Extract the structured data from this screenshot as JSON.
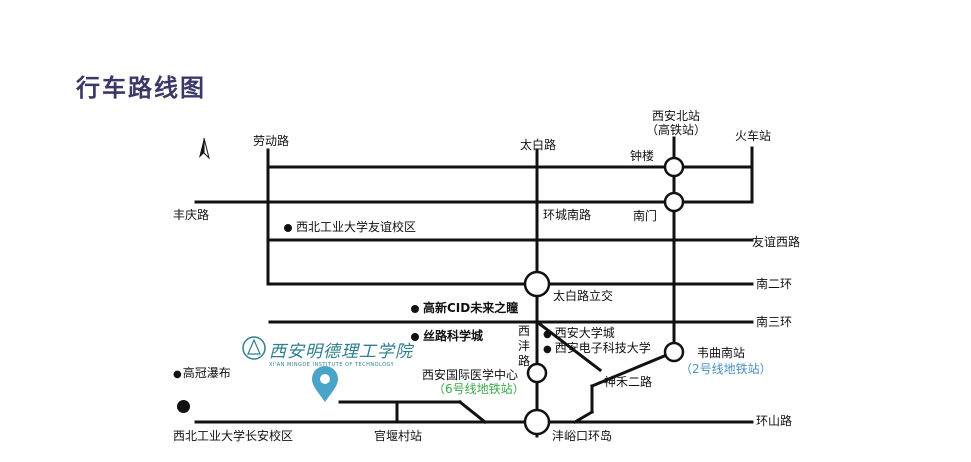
{
  "title": "行车路线图",
  "north_icon": "north-arrow-icon",
  "roads": {
    "laodong": "劳动路",
    "taibai": "太白路",
    "huochezhan": "火车站",
    "fengqing": "丰庆路",
    "huanchengnan": "环城南路",
    "youyixi": "友谊西路",
    "nanerhuan": "南二环",
    "nansanhuan": "南三环",
    "xifeng": "西沣路",
    "shenhe": "神禾二路",
    "huanshan": "环山路"
  },
  "stations": {
    "xian_north_l1": "西安北站",
    "xian_north_l2": "（高铁站）",
    "zhonglou": "钟楼",
    "nanmen": "南门",
    "taibailujiao": "太白路立交",
    "weiqunan": "韦曲南站",
    "weiqunan_metro": "（2号线地铁站）",
    "medical_l1": "西安国际医学中心",
    "medical_l2": "（6号线地铁站）",
    "guanyancun": "官堰村站",
    "fengyukou": "沣峪口环岛"
  },
  "places": {
    "nwpu_youyi": "西北工业大学友谊校区",
    "gaoxin_cid": "高新CID未来之瞳",
    "silu": "丝路科学城",
    "xa_univ_city": "西安大学城",
    "xidian": "西安电子科技大学",
    "gaoguan": "高冠瀑布",
    "nwpu_changan": "西北工业大学长安校区"
  },
  "logo": {
    "name": "西安明德理工学院",
    "english": "XI'AN MINGDE INSTITUTE OF TECHNOLOGY"
  },
  "colors": {
    "title": "#3b3868",
    "road": "#111111",
    "metro_label": "#4a90c8",
    "line6_label": "#3aa94a",
    "pin": "#4aa3c8",
    "logo": "#2f7f8f"
  }
}
